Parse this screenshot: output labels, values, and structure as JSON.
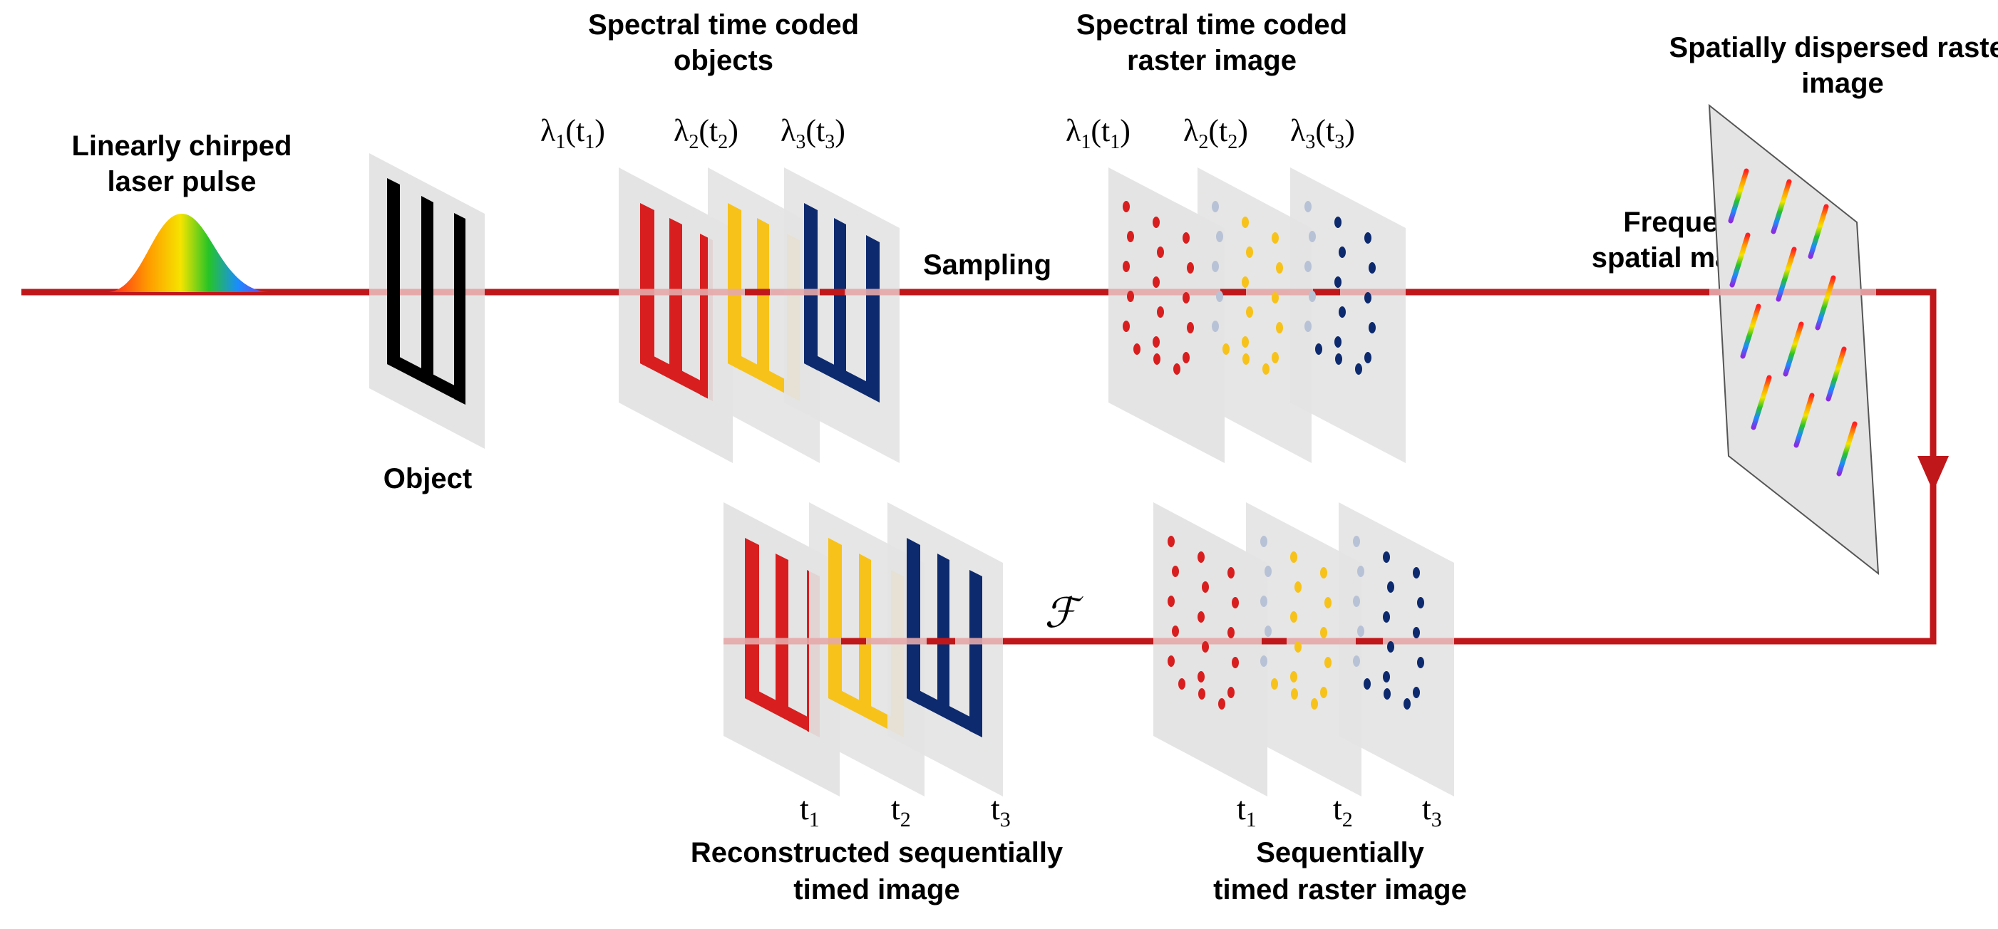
{
  "labels": {
    "laser_pulse": [
      "Linearly chirped",
      "laser pulse"
    ],
    "object": "Object",
    "spectral_objects": [
      "Spectral time coded",
      "objects"
    ],
    "spectral_raster": [
      "Spectral time coded",
      "raster image"
    ],
    "spatial_raster": [
      "Spatially dispersed raster",
      "image"
    ],
    "sampling": "Sampling",
    "freq_mapping": [
      "Frequency-",
      "spatial mapping"
    ],
    "reconstructed": [
      "Reconstructed sequentially",
      "timed  image"
    ],
    "sequential_raster": [
      "Sequentially",
      "timed raster image"
    ],
    "fourier_symbol": "ℱ"
  },
  "lambda_labels": [
    {
      "base": "λ",
      "sub": "1",
      "paren": "(t",
      "tsub": "1",
      "close": ")"
    },
    {
      "base": "λ",
      "sub": "2",
      "paren": "(t",
      "tsub": "2",
      "close": ")"
    },
    {
      "base": "λ",
      "sub": "3",
      "paren": "(t",
      "tsub": "3",
      "close": ")"
    }
  ],
  "time_labels": [
    {
      "base": "t",
      "sub": "1"
    },
    {
      "base": "t",
      "sub": "2"
    },
    {
      "base": "t",
      "sub": "3"
    }
  ],
  "colors": {
    "beam": "#c0171b",
    "panel": "#e4e4e4",
    "object": "#000000",
    "channel1": "#d81e1e",
    "channel2": "#f7c21a",
    "channel3": "#0d2a6e",
    "ghost": "#b8c2d6"
  }
}
